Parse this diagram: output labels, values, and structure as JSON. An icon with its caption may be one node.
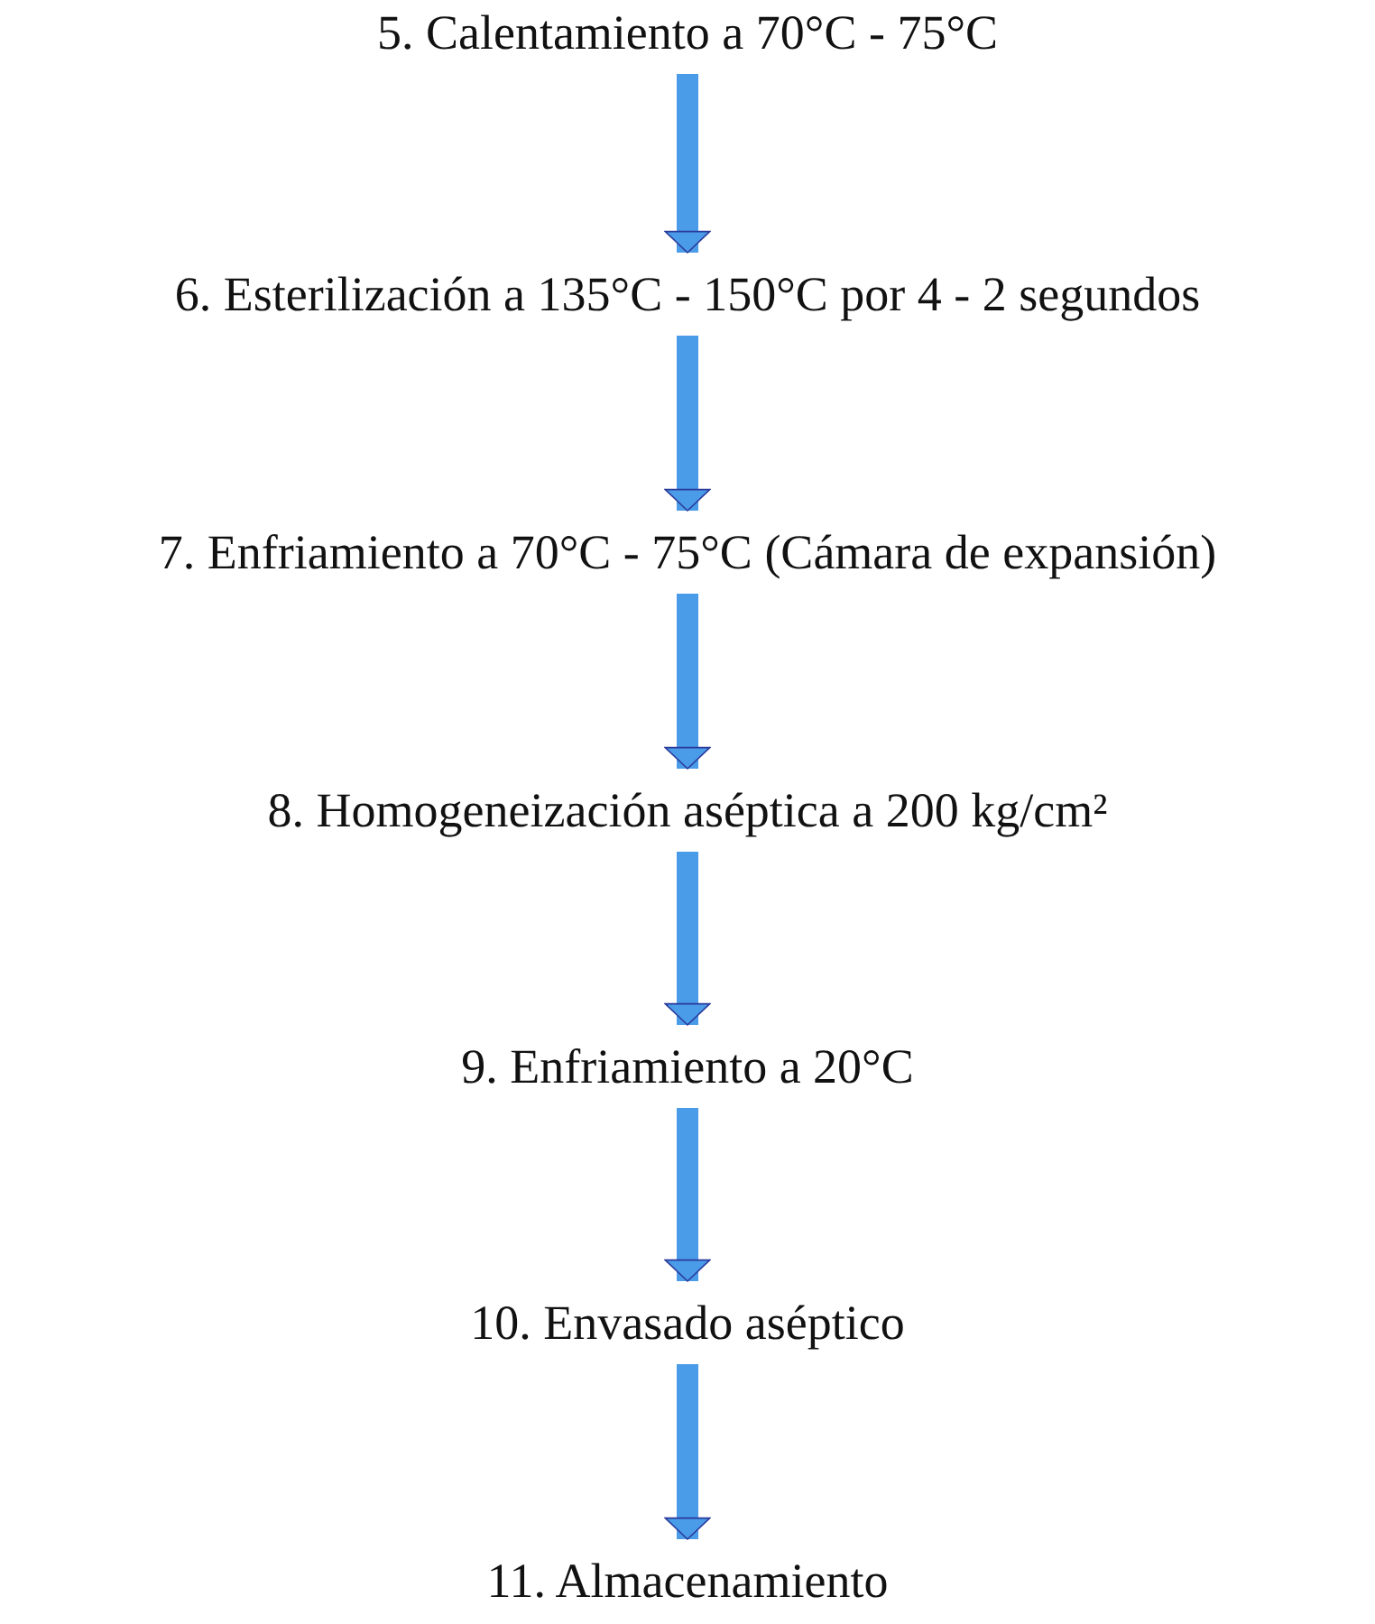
{
  "diagram": {
    "nodes": [
      {
        "text": [
          "5. Calentamiento a 70°C - 75°C"
        ]
      },
      {
        "text": [
          "6. Esterilización a 135°C - 150°C por 4 - 2 segundos"
        ]
      },
      {
        "text": [
          "7. Enfriamiento a 70°C - 75°C (Cámara de expansión)"
        ]
      },
      {
        "text": [
          "8. Homogeneización aséptica a 200 kg/cm²"
        ]
      },
      {
        "text": [
          "9. Enfriamiento a 20°C"
        ]
      },
      {
        "text": [
          "10. Envasado aséptico"
        ]
      },
      {
        "text": [
          "11. Almacenamiento"
        ]
      }
    ],
    "edges": [
      {
        "from": 0,
        "to": 1,
        "arrow": "to"
      },
      {
        "from": 1,
        "to": 2,
        "arrow": "to"
      },
      {
        "from": 2,
        "to": 3,
        "arrow": "to"
      },
      {
        "from": 3,
        "to": 4,
        "arrow": "to"
      },
      {
        "from": 4,
        "to": 5,
        "arrow": "to"
      },
      {
        "from": 5,
        "to": 6,
        "arrow": "to"
      }
    ]
  }
}
